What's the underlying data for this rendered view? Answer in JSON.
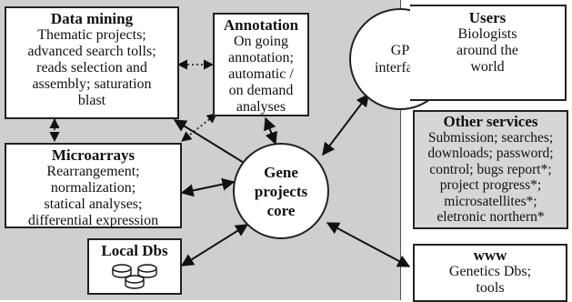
{
  "data_mining": {
    "title": "Data mining",
    "lines": [
      "Thematic projects;",
      "advanced search tolls;",
      "reads selection and",
      "assembly; saturation",
      "blast"
    ]
  },
  "annotation": {
    "title": "Annotation",
    "lines": [
      "On going",
      "annotation;",
      "automatic /",
      "on demand",
      "analyses"
    ]
  },
  "gp_interface": {
    "lines": [
      "GP",
      "interface"
    ]
  },
  "users": {
    "title": "Users",
    "lines": [
      "Biologists",
      "around the",
      "world"
    ]
  },
  "microarrays": {
    "title": "Microarrays",
    "lines": [
      "Rearrangement;",
      "normalization;",
      "statical analyses;",
      "differential expression"
    ]
  },
  "core": {
    "lines": [
      "Gene",
      "projects",
      "core"
    ]
  },
  "other_services": {
    "title": "Other services",
    "lines": [
      "Submission; searches;",
      "downloads; password;",
      "control; bugs report*;",
      "project progress*;",
      "microsatellites*;",
      "eletronic northern*"
    ]
  },
  "local_dbs": {
    "title": "Local Dbs"
  },
  "www": {
    "title": "www",
    "lines": [
      "Genetics Dbs;",
      "tools"
    ]
  },
  "colors": {
    "panel": "#cfcfcf",
    "box": "#ffffff",
    "grey_box": "#d6d6d6",
    "stroke": "#222222"
  }
}
